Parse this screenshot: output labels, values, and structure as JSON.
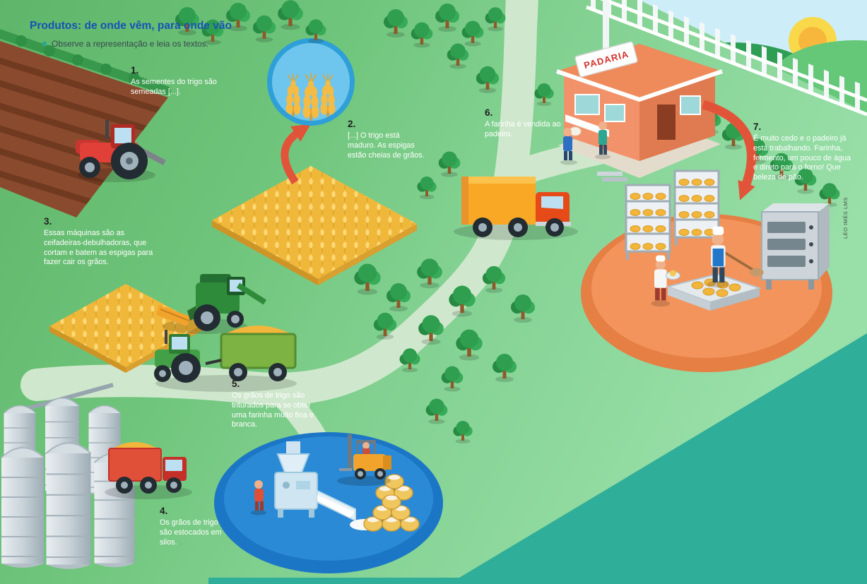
{
  "header": {
    "title": "Produtos: de onde vêm, para onde vão",
    "instruction": "Observe a representação e leia os textos."
  },
  "steps": [
    {
      "num": "1.",
      "text": "As sementes do trigo são semeadas [...]."
    },
    {
      "num": "2.",
      "text": "[...] O trigo está maduro. As espigas estão cheias de grãos."
    },
    {
      "num": "3.",
      "text": "Essas máquinas são as ceifadeiras-debulhadoras, que cortam e batem as espigas para fazer cair os grãos."
    },
    {
      "num": "4.",
      "text": "Os grãos de trigo são estocados em silos."
    },
    {
      "num": "5.",
      "text": "Os grãos de trigo são triturados para se obter uma farinha muito fina e branca."
    },
    {
      "num": "6.",
      "text": "A farinha é vendida ao padeiro."
    },
    {
      "num": "7.",
      "text": "É muito cedo e o padeiro já está trabalhando. Farinha, fermento, um pouco de água e direto para o forno! Que beleza de pão."
    }
  ],
  "bakery": {
    "sign": "PADARIA"
  },
  "credit": "LÉO IMÉS LMS",
  "palette": {
    "title_blue": "#1653b5",
    "step_text": "#ffffff",
    "step_number": "#1f1f1f",
    "grass_left": "#5fb569",
    "grass_right": "#98dfa8",
    "teal_ground": "#2fae99",
    "road": "#cfe8cd",
    "wheat_gold": "#f0b83a",
    "badge_blue": "#2f9fd8",
    "arrow_red": "#e2543a",
    "mill_platform_blue": "#1b76c6",
    "bakers_platform_orange": "#e57f44",
    "bakery_wall_orange": "#f2926b",
    "bakery_sign_red": "#d3322c"
  }
}
